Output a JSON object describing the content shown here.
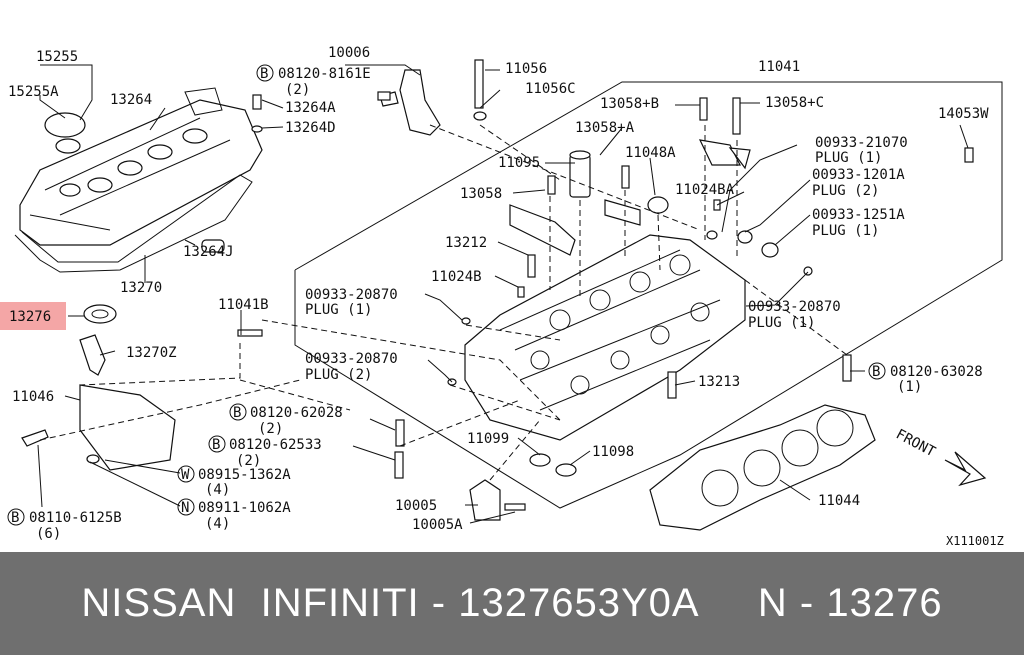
{
  "diagram": {
    "callouts": {
      "c15255": "15255",
      "c15255a": "15255A",
      "c13264": "13264",
      "c10006": "10006",
      "c08120_8161e": "08120-8161E",
      "c08120_8161e_qty": "(2)",
      "c13264a": "13264A",
      "c13264d": "13264D",
      "c11056": "11056",
      "c11056c": "11056C",
      "c11041": "11041",
      "c13058b": "13058+B",
      "c13058c": "13058+C",
      "c14053w": "14053W",
      "c13058a": "13058+A",
      "c11095": "11095",
      "c11048a": "11048A",
      "c13058": "13058",
      "c00933_21070": "00933-21070",
      "c00933_21070_plug": "PLUG (1)",
      "c11024ba": "11024BA",
      "c00933_1201a": "00933-1201A",
      "c00933_1201a_plug": "PLUG (2)",
      "c00933_1251a": "00933-1251A",
      "c00933_1251a_plug": "PLUG (1)",
      "c13212": "13212",
      "c13270": "13270",
      "c13264j": "13264J",
      "c11024b": "11024B",
      "c00933_20870_a": "00933-20870",
      "c00933_20870_a_plug": "PLUG (1)",
      "c00933_20870_r": "00933-20870",
      "c00933_20870_r_plug": "PLUG (1)",
      "c13276": "13276",
      "c11041b": "11041B",
      "c13270z": "13270Z",
      "c00933_20870_b": "00933-20870",
      "c00933_20870_b_plug": "PLUG (2)",
      "c13213": "13213",
      "c08120_63028": "08120-63028",
      "c08120_63028_qty": "(1)",
      "c11046": "11046",
      "c08120_62028": "08120-62028",
      "c08120_62028_qty": "(2)",
      "c08120_62533": "08120-62533",
      "c08120_62533_qty": "(2)",
      "c11099": "11099",
      "c11098": "11098",
      "c08915_1362a": "08915-1362A",
      "c08915_1362a_qty": "(4)",
      "c08911_1062a": "08911-1062A",
      "c08911_1062a_qty": "(4)",
      "c08110_6125b": "08110-6125B",
      "c08110_6125b_qty": "(6)",
      "c10005": "10005",
      "c10005a": "10005A",
      "c11044": "11044"
    },
    "markers": {
      "b": "B",
      "w": "W",
      "n": "N"
    },
    "front_label": "FRONT",
    "figure_code": "X111001Z",
    "highlight_color": "#f4a6a6"
  },
  "footer": {
    "text": "NISSAN  INFINITI - 1327653Y0A     N - 13276",
    "background": "#6f6f6f",
    "color": "#ffffff"
  }
}
